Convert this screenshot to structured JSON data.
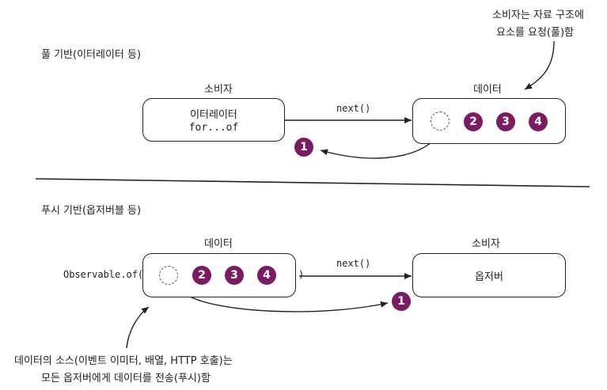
{
  "top_note": {
    "line1": "소비자는 자료 구조에",
    "line2": "요소를 요청(풀)함"
  },
  "pull_section": {
    "title": "풀 기반(이터레이터 등)",
    "consumer_label": "소비자",
    "consumer_line1": "이터레이터",
    "consumer_line2": "for...of",
    "data_label": "데이터",
    "call_label": "next()",
    "balls": [
      "2",
      "3",
      "4"
    ],
    "returned_ball": "1"
  },
  "push_section": {
    "title": "푸시 기반(옵저버블 등)",
    "data_label": "데이터",
    "source_prefix": "Observable.of(",
    "source_suffix": ")",
    "call_label": "next()",
    "consumer_label": "소비자",
    "consumer_text": "옵저버",
    "balls": [
      "2",
      "3",
      "4"
    ],
    "pushed_ball": "1"
  },
  "bottom_note": {
    "line1": "데이터의 소스(이벤트 이미터, 배열, HTTP 호출)는",
    "line2": "모든 옵저버에게 데이터를 전송(푸시)함"
  },
  "colors": {
    "ball": "#7b1b63",
    "line": "#222222"
  }
}
